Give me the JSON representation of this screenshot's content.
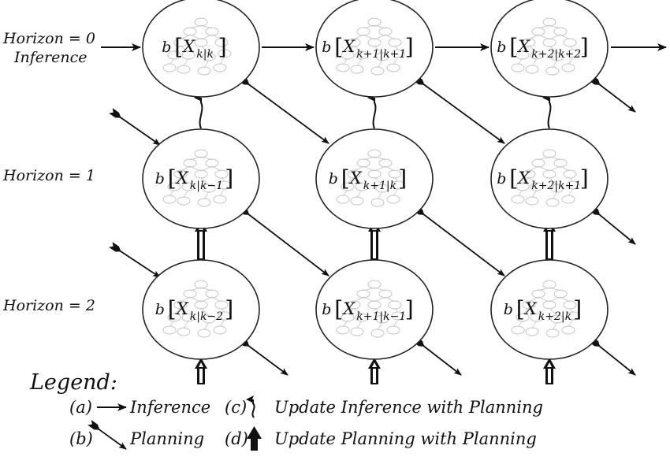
{
  "horizons": [
    {
      "label": "Horizon = 0",
      "sublabel": "Inference"
    },
    {
      "label": "Horizon = 1",
      "sublabel": ""
    },
    {
      "label": "Horizon = 2",
      "sublabel": ""
    }
  ],
  "nodes": [
    [
      {
        "b": "b",
        "X": "X",
        "sub": "k|k"
      },
      {
        "b": "b",
        "X": "X",
        "sub": "k+1|k+1"
      },
      {
        "b": "b",
        "X": "X",
        "sub": "k+2|k+2"
      }
    ],
    [
      {
        "b": "b",
        "X": "X",
        "sub": "k|k−1"
      },
      {
        "b": "b",
        "X": "X",
        "sub": "k+1|k"
      },
      {
        "b": "b",
        "X": "X",
        "sub": "k+2|k+1"
      }
    ],
    [
      {
        "b": "b",
        "X": "X",
        "sub": "k|k−2"
      },
      {
        "b": "b",
        "X": "X",
        "sub": "k+1|k−1"
      },
      {
        "b": "b",
        "X": "X",
        "sub": "k+2|k"
      }
    ]
  ],
  "legend": {
    "title": "Legend:",
    "items": [
      {
        "key": "(a)",
        "label": "Inference",
        "icon": "inference-arrow-icon"
      },
      {
        "key": "(b)",
        "label": "Planning",
        "icon": "planning-arrow-icon"
      },
      {
        "key": "(c)",
        "label": "Update Inference with Planning",
        "icon": "update-inference-arrow-icon"
      },
      {
        "key": "(d)",
        "label": "Update Planning with Planning",
        "icon": "update-planning-arrow-icon"
      }
    ]
  }
}
